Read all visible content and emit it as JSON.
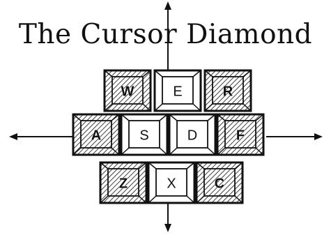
{
  "title": "The Cursor Diamond",
  "colors": {
    "ink": "#111111",
    "paper": "#ffffff",
    "key_face": "#ffffff",
    "hatch": "#111111"
  },
  "arrows": {
    "up": "up-arrow",
    "down": "down-arrow",
    "left": "left-arrow",
    "right": "right-arrow"
  },
  "keys": [
    {
      "id": "w",
      "label": "W",
      "shaded": true,
      "row": 0,
      "col": 0
    },
    {
      "id": "e",
      "label": "E",
      "shaded": false,
      "row": 0,
      "col": 1
    },
    {
      "id": "r",
      "label": "R",
      "shaded": true,
      "row": 0,
      "col": 2
    },
    {
      "id": "a",
      "label": "A",
      "shaded": true,
      "row": 1,
      "col": 0
    },
    {
      "id": "s",
      "label": "S",
      "shaded": false,
      "row": 1,
      "col": 1
    },
    {
      "id": "d",
      "label": "D",
      "shaded": false,
      "row": 1,
      "col": 2
    },
    {
      "id": "f",
      "label": "F",
      "shaded": true,
      "row": 1,
      "col": 3
    },
    {
      "id": "z",
      "label": "Z",
      "shaded": true,
      "row": 2,
      "col": 0
    },
    {
      "id": "x",
      "label": "X",
      "shaded": false,
      "row": 2,
      "col": 1
    },
    {
      "id": "c",
      "label": "C",
      "shaded": true,
      "row": 2,
      "col": 2
    }
  ]
}
